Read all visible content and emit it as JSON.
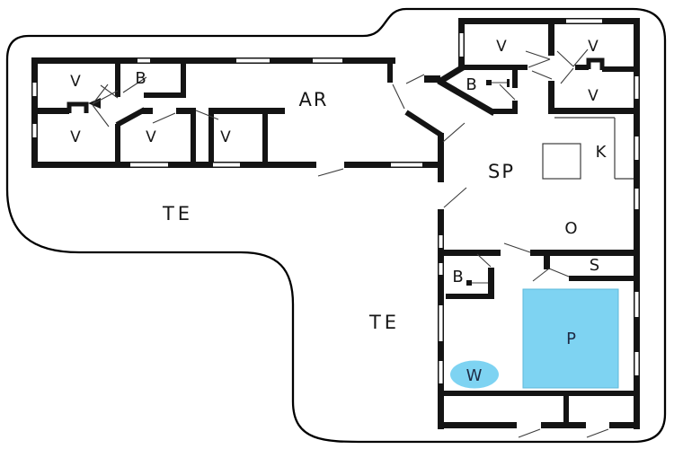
{
  "type": "floor-plan",
  "labels": {
    "ar": "AR",
    "te1": "TE",
    "te2": "TE",
    "sp": "SP",
    "k": "K",
    "o": "O",
    "s": "S",
    "p": "P",
    "w": "W",
    "b1": "B",
    "b2": "B",
    "b3": "B",
    "v1": "V",
    "v2": "V",
    "v3": "V",
    "v4": "V",
    "v5": "V",
    "v6": "V",
    "v7": "V"
  },
  "colors": {
    "pool": "#7ed3f2",
    "pool_label": "#1e2a44",
    "wall": "#141414",
    "outline": "#000000",
    "background": "#ffffff"
  }
}
